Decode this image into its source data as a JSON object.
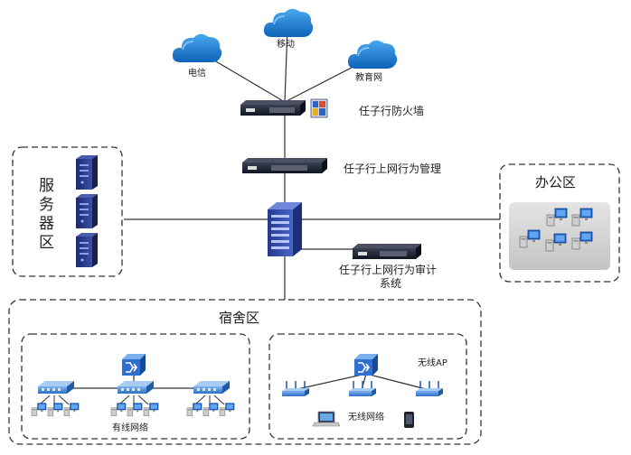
{
  "clouds": {
    "telecom": "电信",
    "mobile": "移动",
    "education": "教育网"
  },
  "devices": {
    "firewall": "任子行防火墙",
    "behavior_management": "任子行上网行为管理",
    "audit_line1": "任子行上网行为审计",
    "audit_line2": "系统"
  },
  "zones": {
    "server": "服务器区",
    "office": "办公区",
    "dorm": "宿舍区",
    "wired": "有线网络",
    "wireless": "无线网络",
    "wireless_ap": "无线AP"
  },
  "colors": {
    "cloud": "#1e88d8",
    "device_dark": "#1c2030",
    "server_blue": "#2b3d8c",
    "core_switch": "#3550b0",
    "network_blue": "#3a7fd6",
    "office_panel": "#d4d4d4",
    "line": "#333333",
    "dash": "#333333"
  },
  "icons": [
    "cloud-icon",
    "firewall-device-icon",
    "router-device-icon",
    "server-icon",
    "core-switch-icon",
    "switch-icon",
    "pc-icon",
    "laptop-icon",
    "phone-icon",
    "access-point-icon"
  ]
}
